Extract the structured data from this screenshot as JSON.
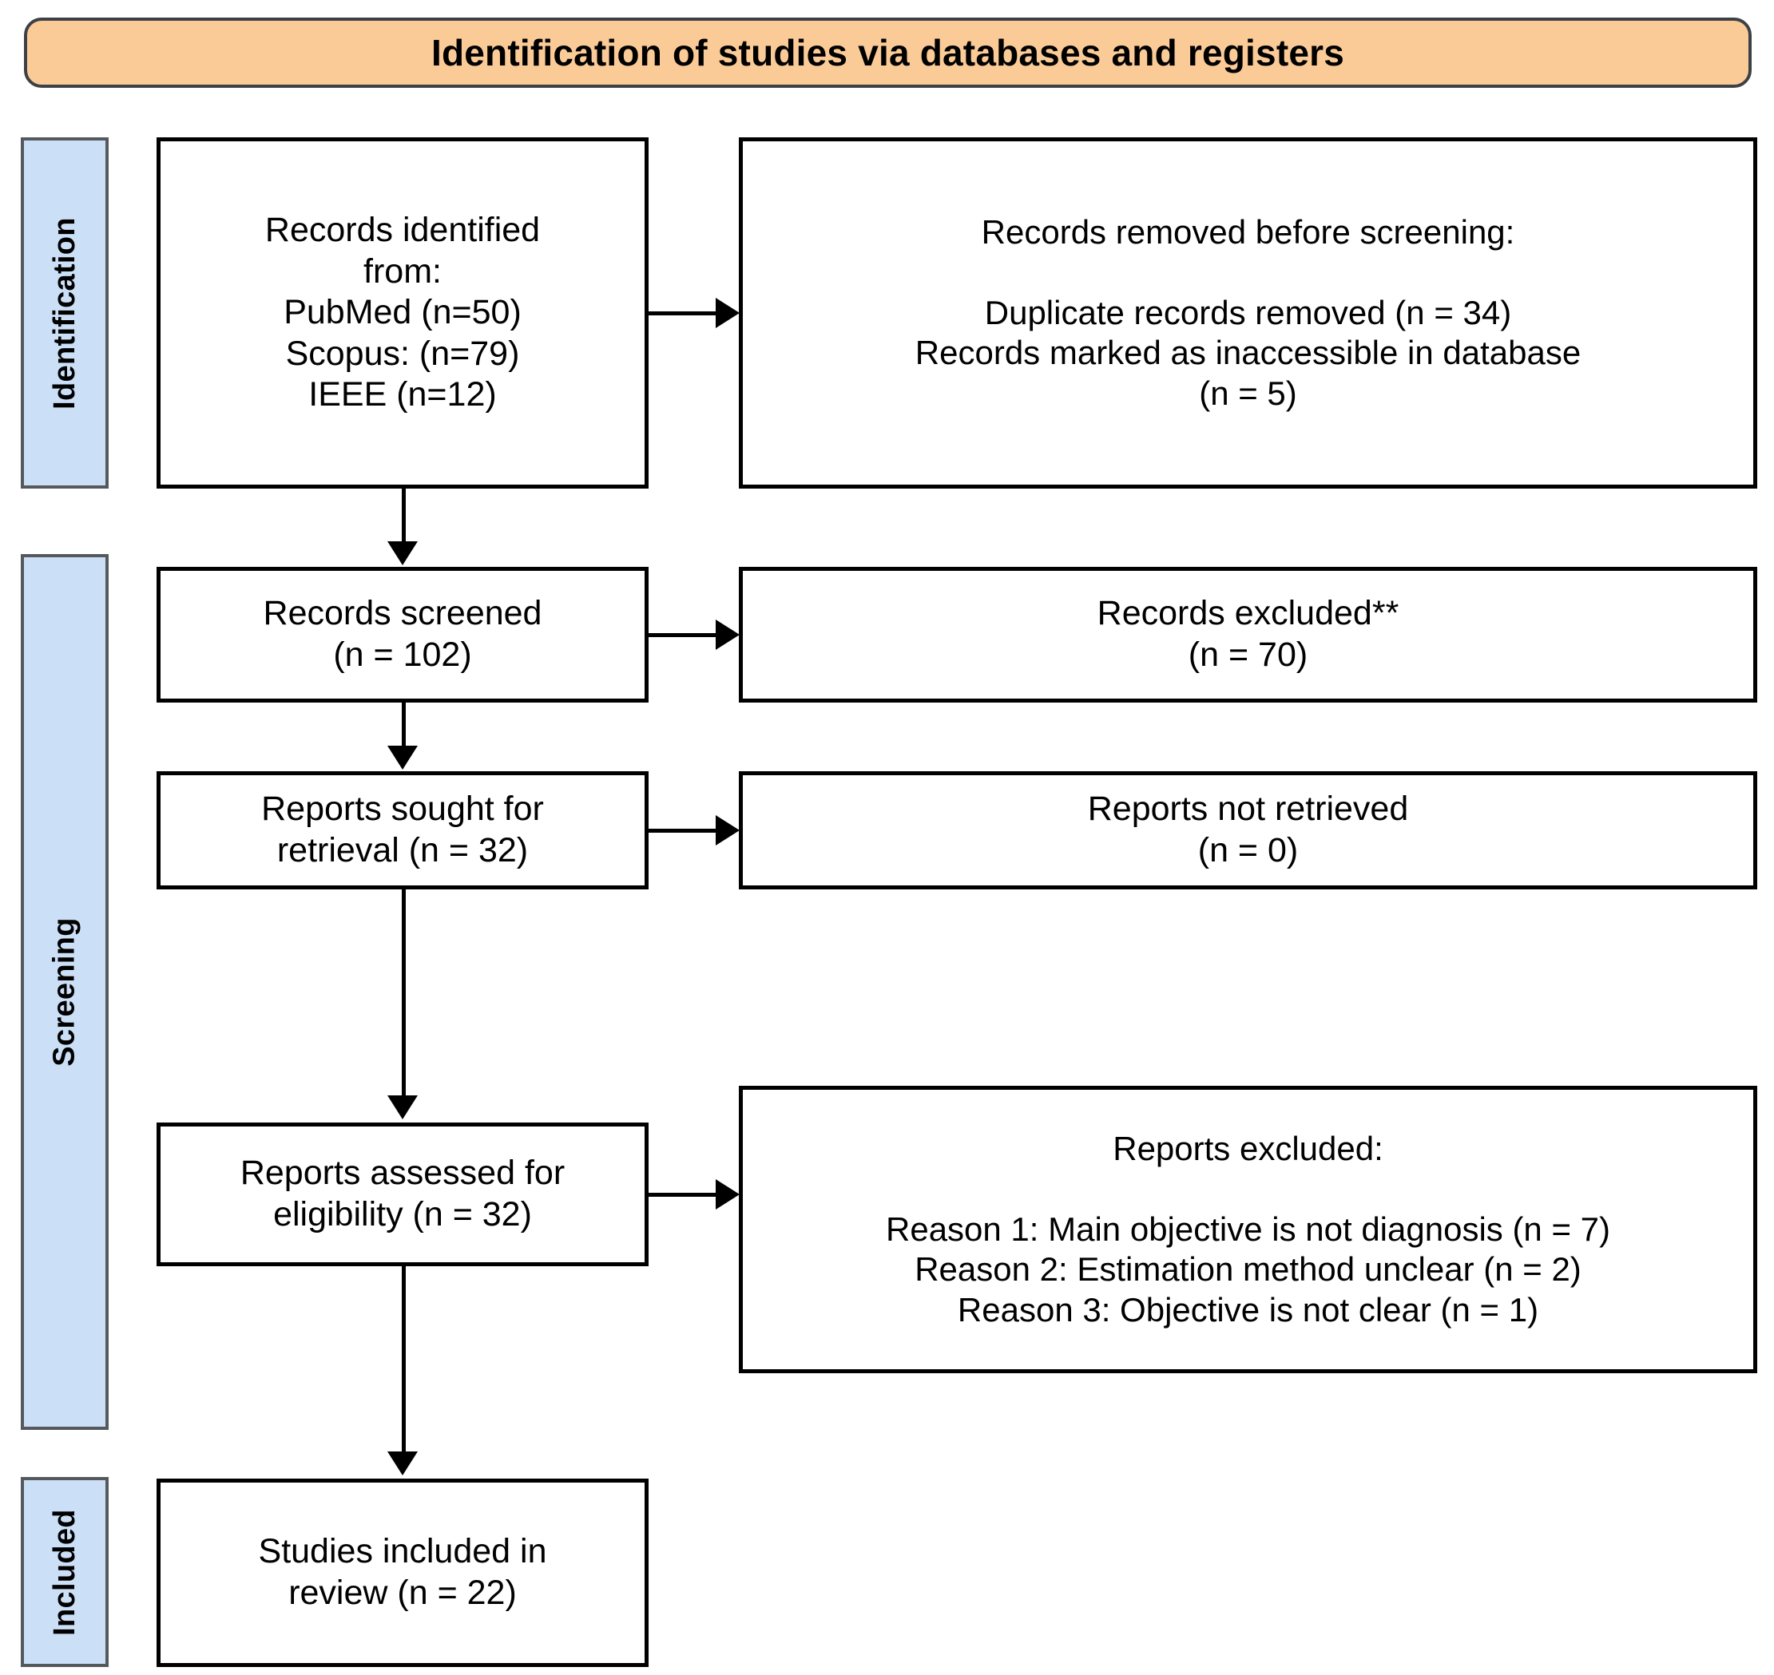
{
  "banner": {
    "title": "Identification of studies via databases and registers"
  },
  "stages": [
    {
      "key": "identification",
      "label": "Identification"
    },
    {
      "key": "screening",
      "label": "Screening"
    },
    {
      "key": "included",
      "label": "Included"
    }
  ],
  "boxes": {
    "identified": "Records identified\nfrom:\nPubMed (n=50)\nScopus: (n=79)\nIEEE (n=12)",
    "removed": "Records removed before screening:\n\nDuplicate records removed (n = 34)\nRecords marked as inaccessible in database\n(n = 5)",
    "screened": "Records screened\n(n = 102)",
    "excluded_screening": "Records excluded**\n(n = 70)",
    "sought": "Reports sought for\nretrieval (n = 32)",
    "not_retrieved": "Reports not retrieved\n(n = 0)",
    "assessed": "Reports assessed for\neligibility (n = 32)",
    "reports_excluded": "Reports excluded:\n\nReason 1: Main objective is not diagnosis (n = 7)\nReason 2: Estimation method unclear  (n = 2)\nReason 3: Objective is not clear  (n = 1)",
    "included": "Studies included in\nreview (n = 22)"
  },
  "counts": {
    "pubmed": 50,
    "scopus": 79,
    "ieee": 12,
    "duplicates_removed": 34,
    "marked_inaccessible": 5,
    "records_screened": 102,
    "records_excluded": 70,
    "reports_sought": 32,
    "reports_not_retrieved": 0,
    "reports_assessed": 32,
    "reason_1": 7,
    "reason_2": 2,
    "reason_3": 1,
    "studies_included": 22
  },
  "colors": {
    "banner_fill": "#FBCB97",
    "banner_border": "#3C4146",
    "stage_fill": "#CBE0F7",
    "stage_border": "#55595E",
    "box_border": "#000000",
    "box_fill": "#FFFFFF",
    "text": "#000000"
  }
}
